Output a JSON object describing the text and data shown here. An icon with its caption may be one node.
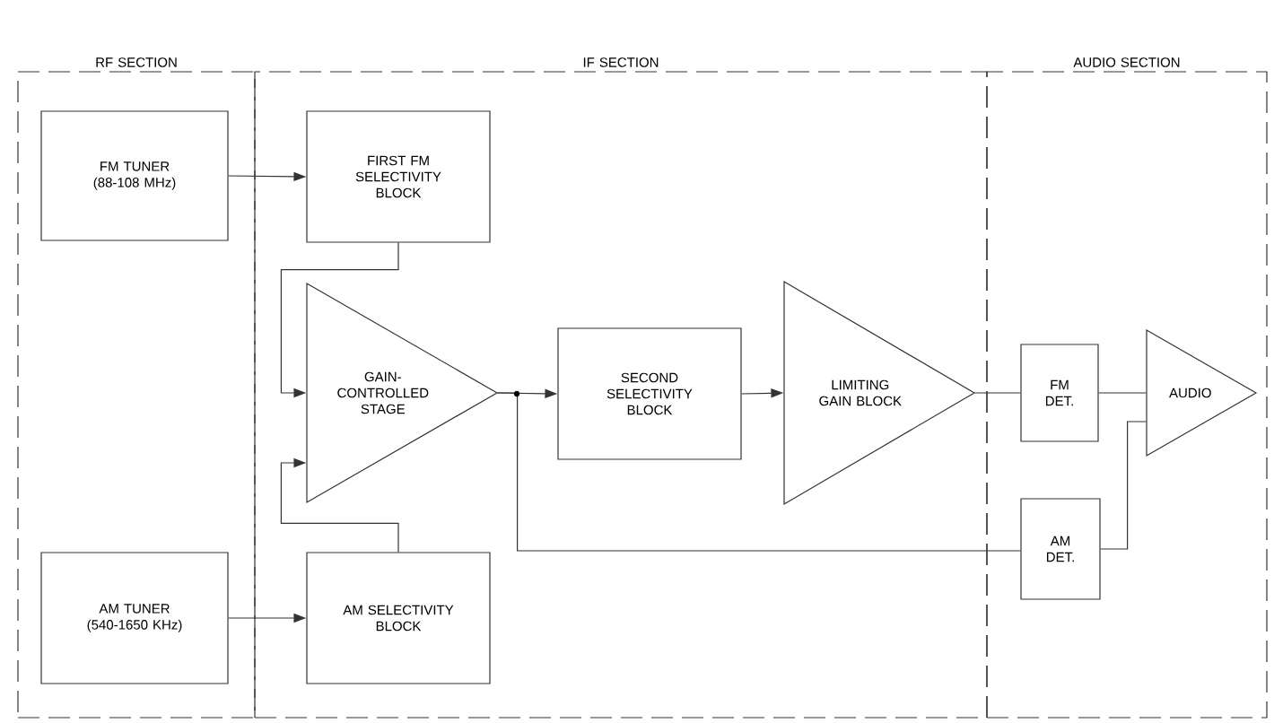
{
  "diagram": {
    "nodes": [
      {
        "text": [
          "RF SECTION"
        ]
      },
      {
        "text": [
          "IF SECTION"
        ]
      },
      {
        "text": [
          "AUDIO SECTION"
        ]
      },
      {
        "text": [
          "FM TUNER (88-108 MHz)"
        ],
        "in": 0
      },
      {
        "text": [
          "FIRST FM SELECTIVITY BLOCK"
        ],
        "in": 1
      },
      {
        "text": [
          "GAIN-CONTROLLED STAGE"
        ],
        "in": 1
      },
      {
        "text": [
          "AM TUNER (540-1650 KHz)"
        ],
        "in": 0
      },
      {
        "text": [
          "AM SELECTIVITY BLOCK"
        ],
        "in": 1
      },
      {
        "text": [
          "SECOND SELECTIVITY BLOCK"
        ],
        "in": 1
      },
      {
        "text": [
          "LIMITING GAIN BLOCK"
        ],
        "in": 1
      },
      {
        "text": [
          "FM DET."
        ],
        "in": 2
      },
      {
        "text": [
          "AM DET."
        ],
        "in": 2
      },
      {
        "text": [
          "AUDIO"
        ],
        "in": 2
      }
    ],
    "edges": [
      {
        "from": 3,
        "to": 4,
        "arrow": "to"
      },
      {
        "from": 6,
        "to": 7,
        "arrow": "to"
      },
      {
        "from": 4,
        "to": 5,
        "arrow": "to"
      },
      {
        "from": 7,
        "to": 5,
        "arrow": "to"
      },
      {
        "from": 5,
        "to": 8,
        "arrow": "to"
      },
      {
        "from": 5,
        "to": 11,
        "arrow": "none"
      },
      {
        "from": 8,
        "to": 9,
        "arrow": "to"
      },
      {
        "from": 9,
        "to": 10,
        "arrow": "none"
      },
      {
        "from": 10,
        "to": 12,
        "arrow": "none"
      },
      {
        "from": 11,
        "to": 12,
        "arrow": "none"
      }
    ]
  }
}
